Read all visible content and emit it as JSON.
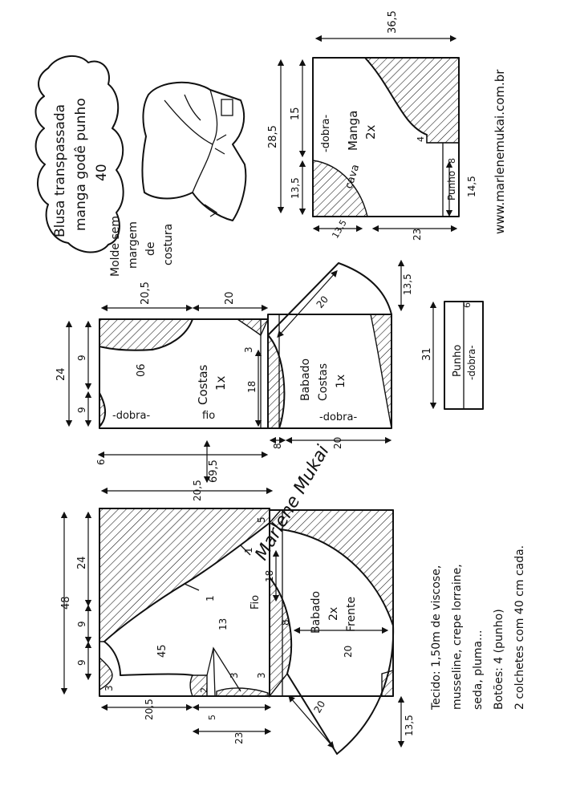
{
  "title": {
    "line1": "Blusa transpassada",
    "line2": "manga godê punho",
    "size": "40"
  },
  "note_mold": {
    "l1": "Molde sem",
    "l2": "margem",
    "l3": "de",
    "l4": "costura"
  },
  "website": "www.marlenemukai.com.br",
  "signature": "Marlene Mukai",
  "fabric": {
    "l1": "Tecido: 1,50m  de viscose,",
    "l2": "musseline, crepe lorraine,",
    "l3": "seda, pluma...",
    "l4": "Botões: 4 (punho)",
    "l5": "2 colchetes com 40 cm cada."
  },
  "pieces": {
    "manga": {
      "name": "Manga",
      "qty": "2x",
      "dobra": "-dobra-",
      "cava": "cava",
      "punho": "Punho"
    },
    "costas": {
      "name": "Costas",
      "qty": "1x",
      "dobra": "-dobra-",
      "fio": "fio",
      "gola": "06"
    },
    "babado_costas": {
      "name": "Babado",
      "sub": "Costas",
      "qty": "1x",
      "dobra": "-dobra-"
    },
    "punho": {
      "name": "Punho",
      "qty": "6",
      "dobra": "-dobra-"
    },
    "frente": {
      "fio": "Fio",
      "decote": "45"
    },
    "babado_frente": {
      "name": "Babado",
      "qty": "2x",
      "sub": "Frente"
    }
  },
  "measures": {
    "m365": "36,5",
    "m15": "15",
    "m285": "28,5",
    "m135": "13,5",
    "m4": "4",
    "m8": "8",
    "m145": "14,5",
    "m23": "23",
    "m205": "20,5",
    "m20": "20",
    "m24": "24",
    "m9": "9",
    "m6": "6",
    "m3": "3",
    "m18": "18",
    "m31": "31",
    "m695": "69,5",
    "m48": "48",
    "m45": "45",
    "m5": "5",
    "m1": "1",
    "m13": "13",
    "m2": "2"
  }
}
